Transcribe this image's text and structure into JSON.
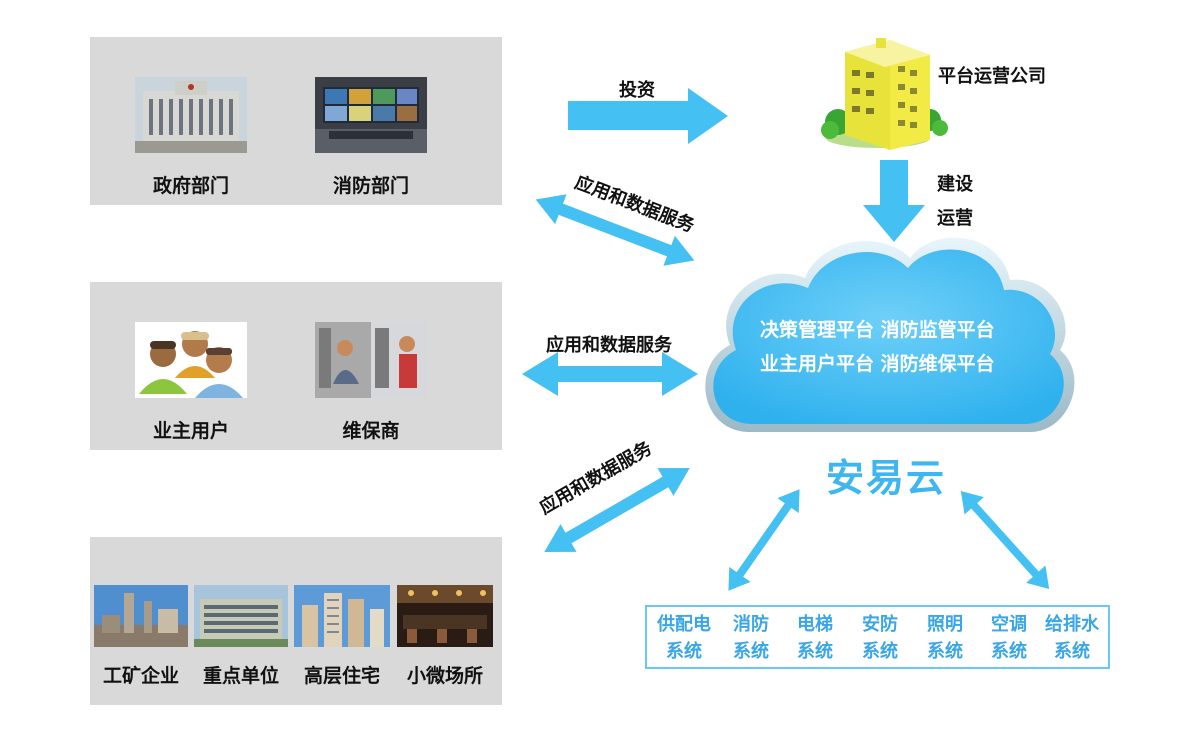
{
  "top_panel": {
    "items": [
      {
        "label": "政府部门"
      },
      {
        "label": "消防部门"
      }
    ]
  },
  "mid_panel": {
    "items": [
      {
        "label": "业主用户"
      },
      {
        "label": "维保商"
      }
    ]
  },
  "bottom_panel": {
    "items": [
      {
        "label": "工矿企业"
      },
      {
        "label": "重点单位"
      },
      {
        "label": "高层住宅"
      },
      {
        "label": "小微场所"
      }
    ]
  },
  "arrows": {
    "invest": "投资",
    "service_top": "应用和数据服务",
    "service_mid": "应用和数据服务",
    "service_bottom": "应用和数据服务",
    "build": "建设",
    "operate": "运营"
  },
  "operator": {
    "label": "平台运营公司"
  },
  "cloud": {
    "line1": "决策管理平台 消防监管平台",
    "line2": "业主用户平台 消防维保平台",
    "brand": "安易云"
  },
  "systems": [
    {
      "top": "供配电",
      "bottom": "系统"
    },
    {
      "top": "消防",
      "bottom": "系统"
    },
    {
      "top": "电梯",
      "bottom": "系统"
    },
    {
      "top": "安防",
      "bottom": "系统"
    },
    {
      "top": "照明",
      "bottom": "系统"
    },
    {
      "top": "空调",
      "bottom": "系统"
    },
    {
      "top": "给排水",
      "bottom": "系统"
    }
  ],
  "colors": {
    "arrow": "#45c0f3",
    "panel": "#d9d9d9",
    "cloud": "#4ec3f5",
    "system_text": "#3aa6e6"
  }
}
